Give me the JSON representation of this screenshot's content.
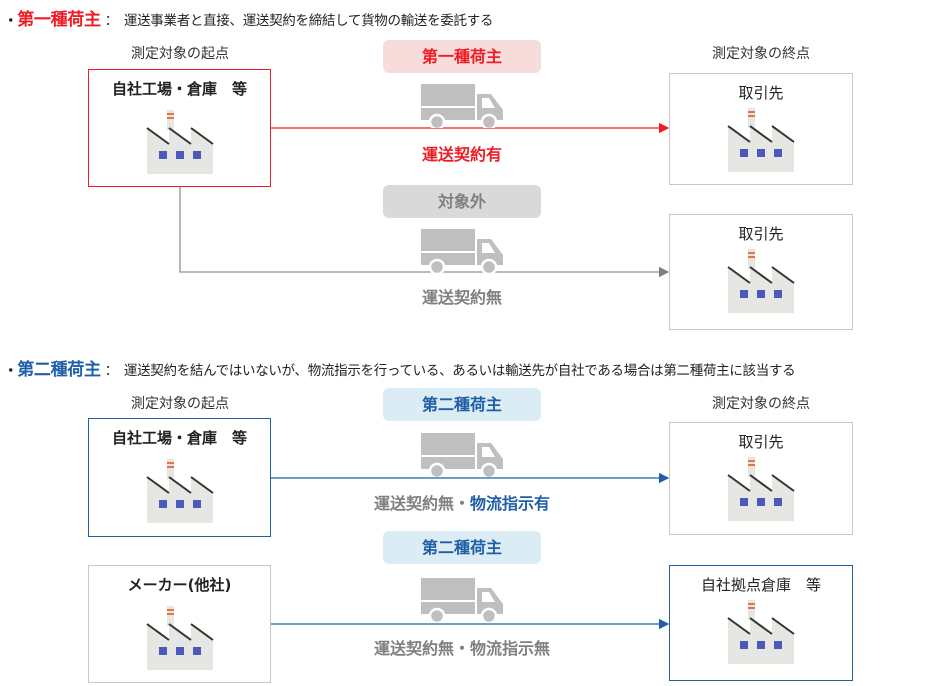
{
  "colors": {
    "red": "#ee1c25",
    "red_badge_bg": "#f7dcdc",
    "blue": "#1f5fa8",
    "blue_badge_bg": "#dcecf5",
    "gray_text": "#808080",
    "gray_badge_bg": "#d9d9d9",
    "box_gray_border": "#c8c8c8",
    "truck_gray": "#bfbfbf",
    "factory_body": "#e6e6e2",
    "factory_window": "#4a5ab8",
    "factory_stripe": "#e8724a"
  },
  "section1": {
    "bullet": "・",
    "title": "第一種荷主",
    "colon": "：",
    "description": "運送事業者と直接、運送契約を締結して貨物の輸送を委託する",
    "origin_caption": "測定対象の起点",
    "destination_caption": "測定対象の終点",
    "origin_box": {
      "label": "自社工場・倉庫　等",
      "icon": "factory-icon"
    },
    "flows": [
      {
        "badge": "第一種荷主",
        "truck_icon": "truck-icon",
        "label": "運送契約有",
        "destination": {
          "label": "取引先",
          "icon": "factory-icon"
        }
      },
      {
        "badge": "対象外",
        "truck_icon": "truck-icon",
        "label": "運送契約無",
        "destination": {
          "label": "取引先",
          "icon": "factory-icon"
        }
      }
    ]
  },
  "section2": {
    "bullet": "・",
    "title": "第二種荷主",
    "colon": "：",
    "description": "運送契約を結んではいないが、物流指示を行っている、あるいは輸送先が自社である場合は第二種荷主に該当する",
    "origin_caption": "測定対象の起点",
    "destination_caption": "測定対象の終点",
    "flows": [
      {
        "origin": {
          "label": "自社工場・倉庫　等",
          "icon": "factory-icon"
        },
        "badge": "第二種荷主",
        "truck_icon": "truck-icon",
        "label_part1": "運送契約無・",
        "label_part2": "物流指示有",
        "destination": {
          "label": "取引先",
          "icon": "factory-icon"
        }
      },
      {
        "origin": {
          "label": "メーカー(他社)",
          "icon": "factory-icon"
        },
        "badge": "第二種荷主",
        "truck_icon": "truck-icon",
        "label_part1": "運送契約無・物流指示無",
        "destination": {
          "label": "自社拠点倉庫　等",
          "icon": "factory-icon"
        }
      }
    ]
  }
}
